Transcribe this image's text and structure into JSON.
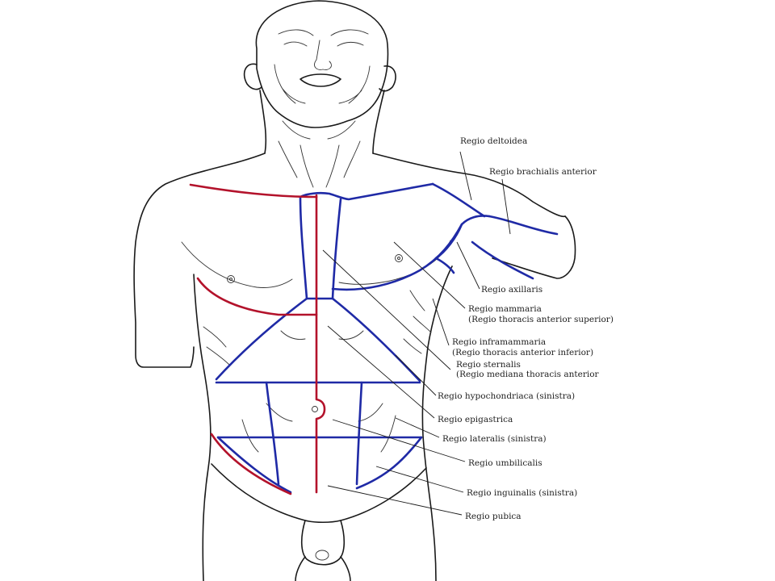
{
  "colors": {
    "region_line": "#1f2aa6",
    "midline": "#b3122b",
    "ink": "#1a1a1a"
  },
  "labels": {
    "deltoidea": "Regio deltoidea",
    "brachialis": "Regio brachialis anterior",
    "axillaris": "Regio axillaris",
    "mammaria_1": "Regio mammaria",
    "mammaria_2": "(Regio thoracis anterior superior)",
    "inframammaria_1": "Regio inframammaria",
    "inframammaria_2": "(Regio thoracis anterior inferior)",
    "sternalis_1": "Regio sternalis",
    "sternalis_2": "(Regio mediana thoracis anterior",
    "hypochondriaca": "Regio hypochondriaca (sinistra)",
    "epigastrica": "Regio epigastrica",
    "lateralis": "Regio lateralis (sinistra)",
    "umbilicalis": "Regio umbilicalis",
    "inguinalis": "Regio inguinalis (sinistra)",
    "pubica": "Regio pubica"
  }
}
